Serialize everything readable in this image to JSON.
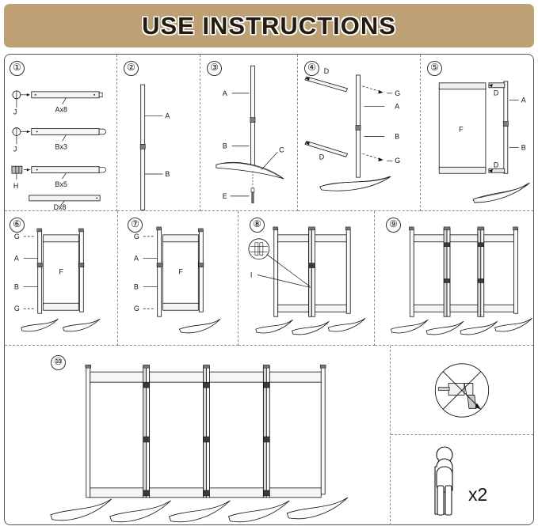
{
  "header": {
    "title": "USE INSTRUCTIONS",
    "banner_color": "#bda074",
    "title_color": "#231a10",
    "outline_color": "#ffffff"
  },
  "document": {
    "type": "assembly-instructions",
    "product": "folding room divider / privacy screen",
    "line_color": "#111111",
    "divider_color": "#8c8c8c",
    "background": "#ffffff"
  },
  "steps": [
    {
      "number": "①",
      "name": "parts-list",
      "parts": [
        {
          "connector": "J",
          "label": "Ax8",
          "kind": "long-bar-both-ends-capped"
        },
        {
          "connector": "J",
          "label": "Bx3",
          "kind": "long-bar-socket-end"
        },
        {
          "connector": "H",
          "label": "Bx5",
          "kind": "long-bar-socket-end"
        },
        {
          "connector": "",
          "label": "Dx8",
          "kind": "plain-cross-bar"
        }
      ]
    },
    {
      "number": "②",
      "name": "join-poles",
      "callouts": [
        "A",
        "B"
      ]
    },
    {
      "number": "③",
      "name": "attach-base-foot",
      "callouts": [
        "A",
        "B",
        "C",
        "E"
      ]
    },
    {
      "number": "④",
      "name": "attach-cross-bars",
      "callouts": [
        "D",
        "G",
        "A",
        "B",
        "D",
        "G"
      ]
    },
    {
      "number": "⑤",
      "name": "slide-fabric-panel",
      "callouts": [
        "D",
        "A",
        "F",
        "D",
        "B"
      ]
    },
    {
      "number": "⑥",
      "name": "complete-single-panel-a",
      "callouts": [
        "G",
        "A",
        "B",
        "G",
        "F"
      ]
    },
    {
      "number": "⑦",
      "name": "complete-single-panel-b",
      "callouts": [
        "G",
        "A",
        "B",
        "G",
        "F"
      ]
    },
    {
      "number": "⑧",
      "name": "connect-two-panels",
      "callouts": [
        "I"
      ]
    },
    {
      "number": "⑨",
      "name": "connect-three-panels",
      "callouts": []
    },
    {
      "number": "⑩",
      "name": "finished-four-panel-divider",
      "callouts": []
    }
  ],
  "notices": {
    "no_power_tool": {
      "name": "no-power-drill",
      "label": ""
    },
    "people_required": {
      "name": "two-people-required",
      "label": "x2"
    }
  }
}
